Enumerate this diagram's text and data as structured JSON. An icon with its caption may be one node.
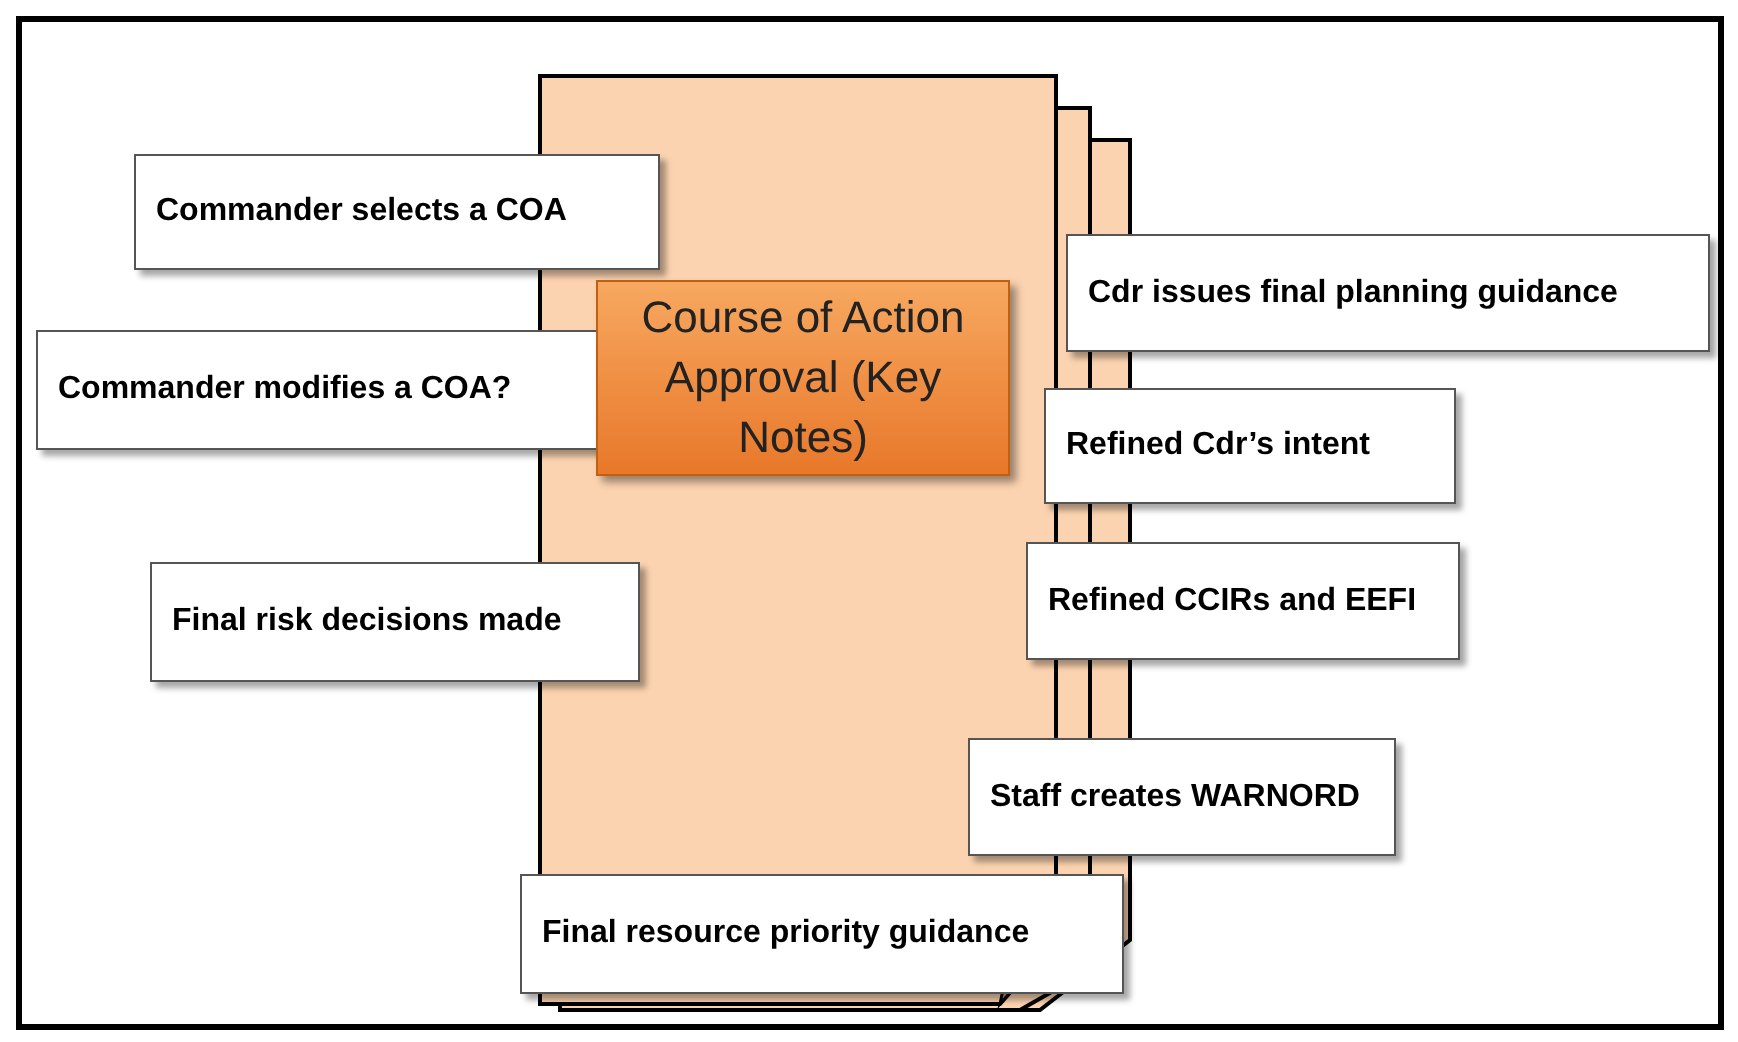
{
  "diagram": {
    "nodes": [
      {
        "text": [
          "Commander selects a COA"
        ]
      },
      {
        "text": [
          "Cdr issues final planning guidance"
        ]
      },
      {
        "text": [
          "Course of Action Approval (Key Notes)"
        ]
      },
      {
        "text": [
          "Commander modifies a COA?"
        ]
      },
      {
        "text": [
          "Refined Cdr’s intent"
        ]
      },
      {
        "text": [
          "Refined CCIRs and EEFI"
        ]
      },
      {
        "text": [
          "Final risk decisions made"
        ]
      },
      {
        "text": [
          "Staff creates WARNORD"
        ]
      },
      {
        "text": [
          "Final resource priority guidance"
        ]
      }
    ],
    "edges": []
  }
}
